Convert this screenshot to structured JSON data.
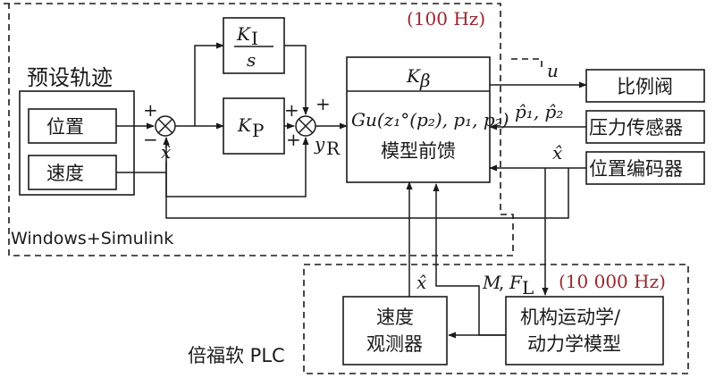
{
  "regions": {
    "pc_label": "Windows+Simulink",
    "pc_rate": "(100 Hz)",
    "plc_label": "倍福软 PLC",
    "plc_rate": "(10 000 Hz)"
  },
  "trajectory": {
    "title": "预设轨迹",
    "position": "位置",
    "velocity": "速度"
  },
  "controller": {
    "ki": {
      "sym": "K",
      "sub": "I",
      "den": "s"
    },
    "kp": {
      "sym": "K",
      "sub": "P"
    },
    "kbeta": {
      "sym": "K",
      "sub": "β"
    },
    "ff_formula": "Gu(z₁°(p₂), p₁, p₂)",
    "ff_label": "模型前馈"
  },
  "signals": {
    "xhat": "x̂",
    "u": "u",
    "yr": {
      "sym": "y",
      "sub": "R"
    },
    "p_hats": "p̂₁, p̂₂",
    "m_fl": {
      "m": "M",
      "f": "F",
      "sub": "L"
    },
    "sum1_plus": "+",
    "sum1_minus": "−",
    "sum2_plus_top": "+",
    "sum2_plus_left": "+",
    "sum2_plus_bottom": "+"
  },
  "outputs": {
    "valve": "比例阀",
    "pressure_sensor": "压力传感器",
    "encoder": "位置编码器"
  },
  "plc_blocks": {
    "observer_line1": "速度",
    "observer_line2": "观测器",
    "kinematics_line1": "机构运动学/",
    "kinematics_line2": "动力学模型"
  }
}
